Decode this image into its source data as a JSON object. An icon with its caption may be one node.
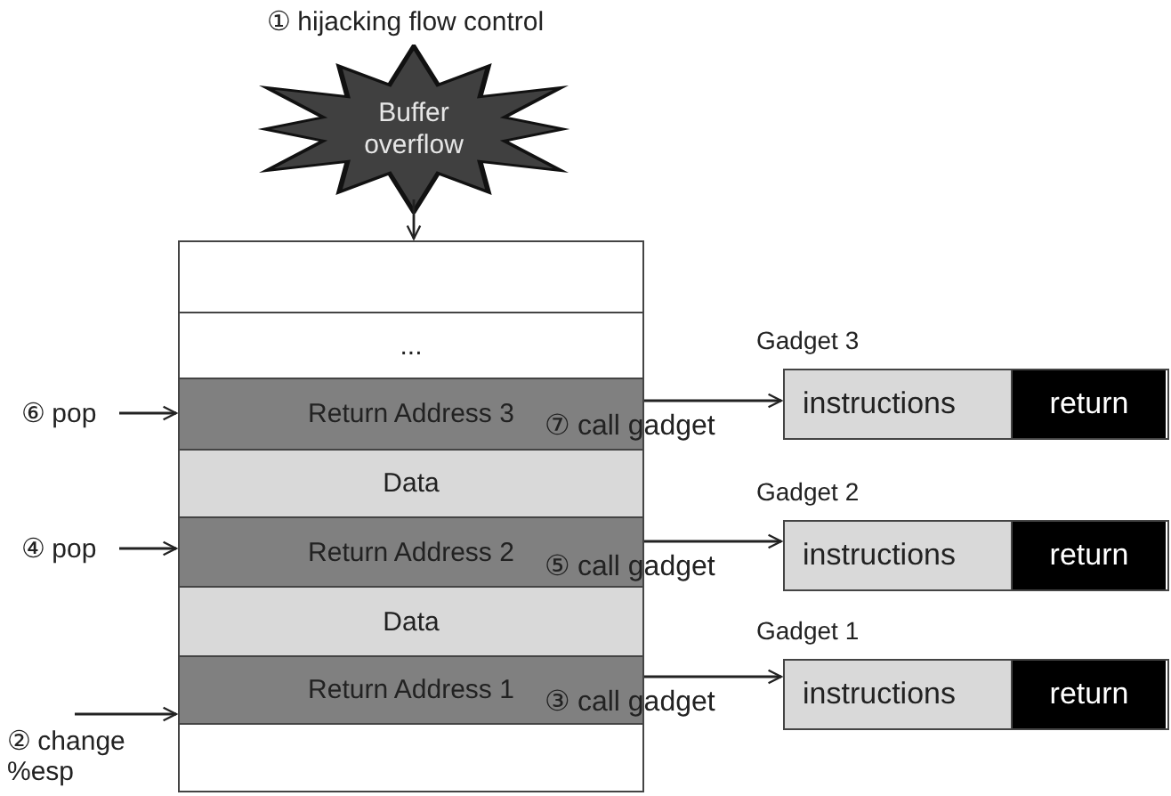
{
  "diagram": {
    "nodes": [
      {
        "text": [
          "Buffer overflow"
        ],
        "beside": [
          "① hijacking flow control"
        ]
      },
      {
        "text": [],
        "shape": "box"
      },
      {
        "text": [
          "..."
        ]
      },
      {
        "text": [
          "⑥ pop"
        ]
      },
      {
        "text": [
          "Return Address 3"
        ]
      },
      {
        "text": [
          "Gadget 3"
        ]
      },
      {
        "text": [
          "instructions"
        ],
        "in": 5
      },
      {
        "text": [
          "return"
        ],
        "in": 5
      },
      {
        "text": [
          "Data"
        ]
      },
      {
        "text": [
          "Gadget 2"
        ]
      },
      {
        "text": [
          "instructions"
        ],
        "in": 9
      },
      {
        "text": [
          "return"
        ],
        "in": 9
      },
      {
        "text": [
          "④ pop"
        ]
      },
      {
        "text": [
          "Return Address 2"
        ]
      },
      {
        "text": [
          "Data"
        ]
      },
      {
        "text": [
          "Gadget 1"
        ]
      },
      {
        "text": [
          "instructions"
        ],
        "in": 15
      },
      {
        "text": [
          "return"
        ],
        "in": 15
      },
      {
        "text": [
          "Return Address 1"
        ]
      },
      {
        "text": [
          "② change %esp"
        ]
      },
      {
        "text": [],
        "shape": "box"
      }
    ],
    "edges": [
      {
        "from": 0,
        "to": 1,
        "arrow": "to"
      },
      {
        "from": 3,
        "to": 4,
        "arrow": "to"
      },
      {
        "from": 4,
        "to": 5,
        "arrow": "to",
        "label": "⑦ call gadget"
      },
      {
        "from": 12,
        "to": 13,
        "arrow": "to"
      },
      {
        "from": 13,
        "to": 9,
        "arrow": "to",
        "label": "⑤ call gadget"
      },
      {
        "from": 18,
        "to": 15,
        "arrow": "to",
        "label": "③ call gadget"
      },
      {
        "from": 19,
        "to": 18,
        "arrow": "to"
      }
    ]
  }
}
